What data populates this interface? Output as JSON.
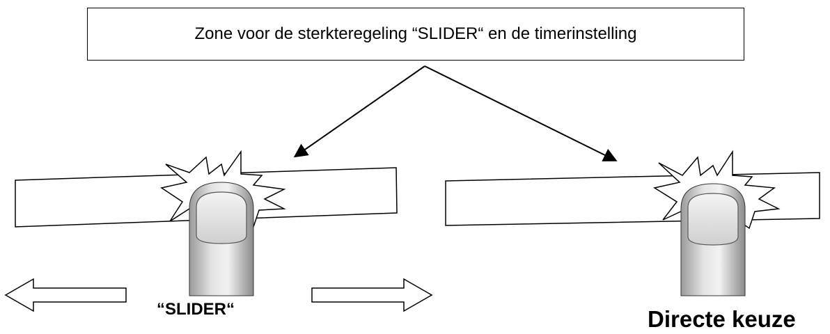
{
  "callout": {
    "text": "Zone voor de sterkteregeling “SLIDER“ en de timerinstelling"
  },
  "labels": {
    "slider": "“SLIDER“",
    "direct": "Directe keuze"
  },
  "colors": {
    "stroke": "#000000",
    "finger_light": "#e8e8e8",
    "finger_shadow": "#8c8c8c",
    "nail": "#d9d9d9"
  },
  "icons": [
    "touch-burst-icon",
    "finger-icon",
    "arrow-left-icon",
    "arrow-right-icon"
  ]
}
